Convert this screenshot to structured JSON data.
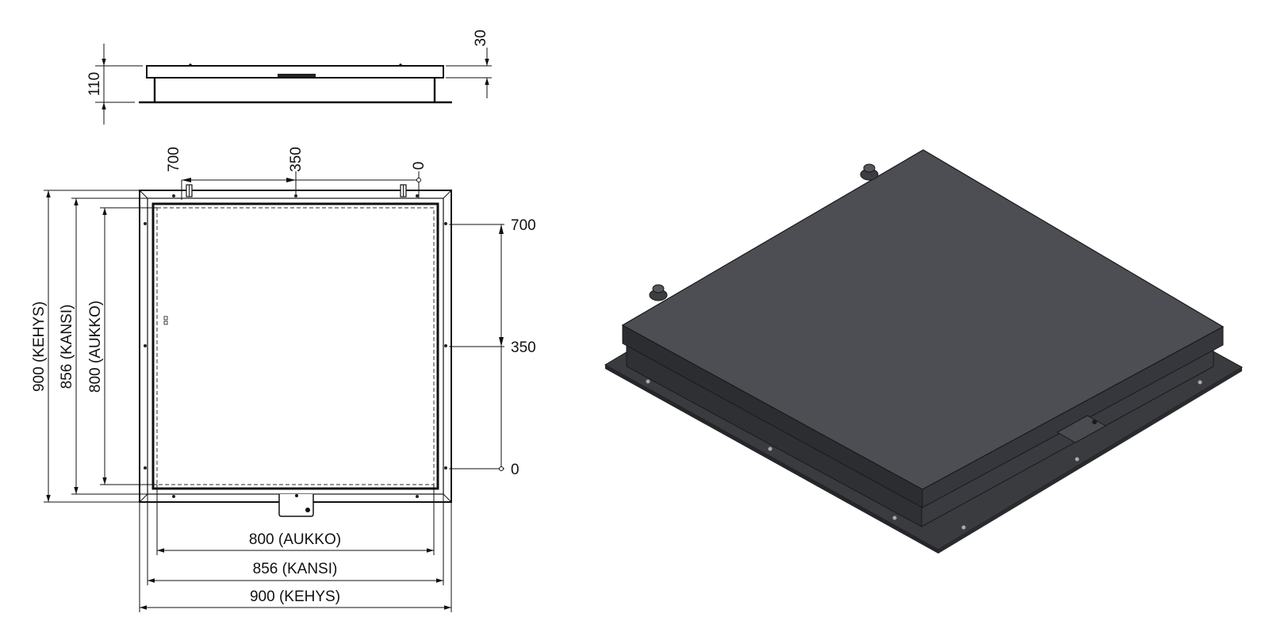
{
  "side_view": {
    "height_label": "110",
    "lid_thickness_label": "30"
  },
  "plan_view": {
    "top_ticks": [
      "700",
      "350",
      "0"
    ],
    "right_ticks": [
      "700",
      "350",
      "0"
    ],
    "vertical_dims": [
      "900 (KEHYS)",
      "856 (KANSI)",
      "800 (AUKKO)"
    ],
    "horizontal_dims": [
      "800 (AUKKO)",
      "856 (KANSI)",
      "900 (KEHYS)"
    ]
  },
  "colors": {
    "lid_top": "#4c4e53",
    "lid_side": "#2f3034",
    "frame_flange": "#3a3b3f",
    "line": "#111111"
  }
}
